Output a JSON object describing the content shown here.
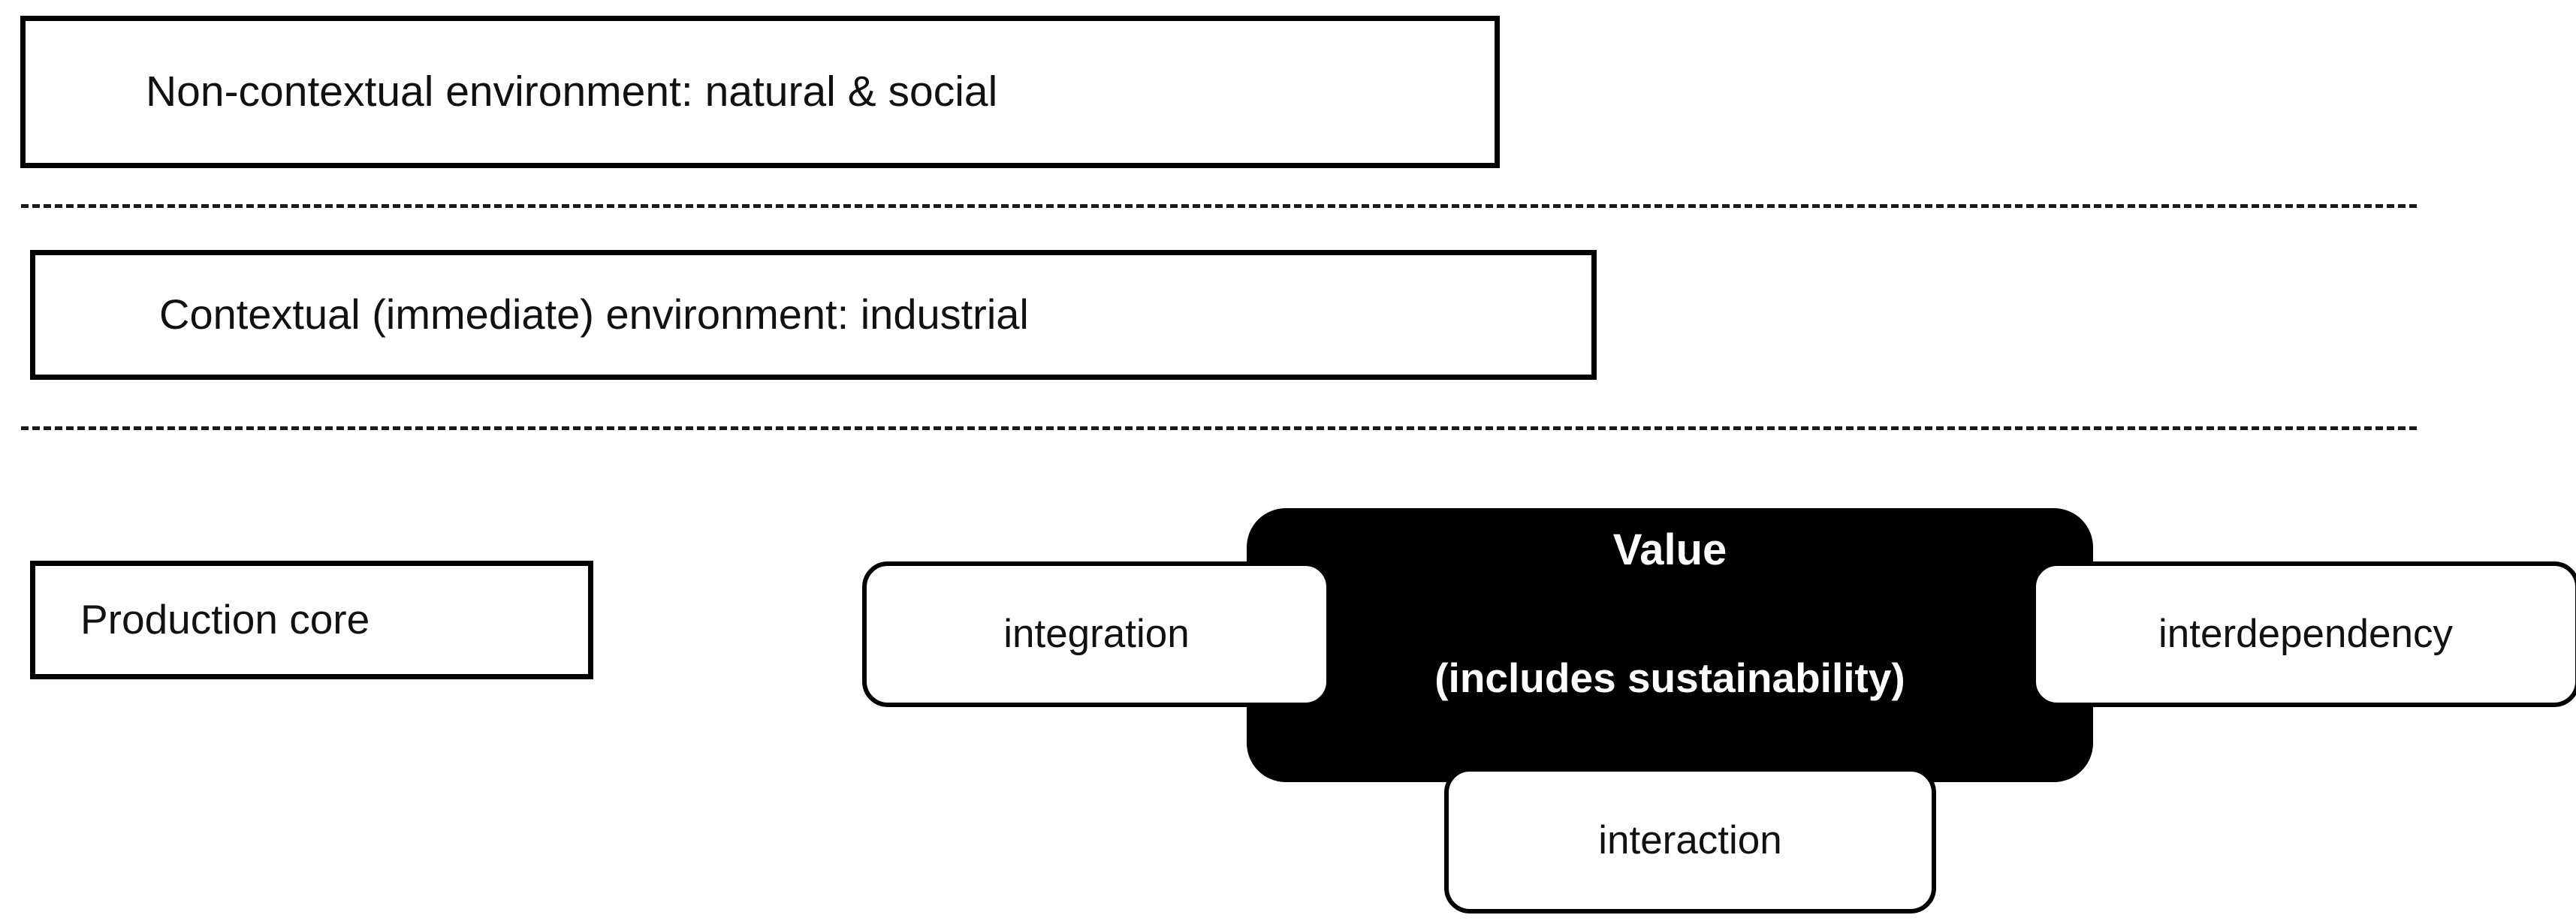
{
  "diagram": {
    "layers": [
      {
        "id": "non-contextual",
        "label": "Non-contextual environment: natural & social"
      },
      {
        "id": "contextual",
        "label": "Contextual (immediate) environment: industrial"
      },
      {
        "id": "production-core",
        "label": "Production core"
      }
    ],
    "core": {
      "title": "Value",
      "subtitle": "(includes sustainability)",
      "fill_color": "#000000",
      "text_color": "#ffffff"
    },
    "satellites": [
      {
        "id": "integration",
        "label": "integration"
      },
      {
        "id": "interdependency",
        "label": "interdependency"
      },
      {
        "id": "interaction",
        "label": "interaction"
      }
    ],
    "dividers": [
      {
        "id": "divider-top",
        "style": "dashed"
      },
      {
        "id": "divider-bottom",
        "style": "dashed"
      }
    ],
    "colors": {
      "stroke": "#000000",
      "text": "#111111",
      "background": "#ffffff"
    }
  }
}
